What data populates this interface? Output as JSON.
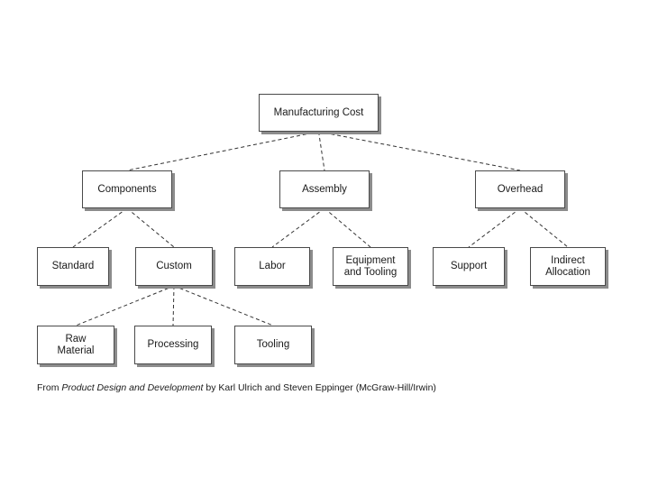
{
  "diagram": {
    "nodes": {
      "root": "Manufacturing Cost",
      "components": "Components",
      "assembly": "Assembly",
      "overhead": "Overhead",
      "standard": "Standard",
      "custom": "Custom",
      "labor": "Labor",
      "equipment_tooling": "Equipment\nand Tooling",
      "support": "Support",
      "indirect_allocation": "Indirect\nAllocation",
      "raw_material": "Raw\nMaterial",
      "processing": "Processing",
      "tooling": "Tooling"
    },
    "edges": [
      [
        "root",
        "components"
      ],
      [
        "root",
        "assembly"
      ],
      [
        "root",
        "overhead"
      ],
      [
        "components",
        "standard"
      ],
      [
        "components",
        "custom"
      ],
      [
        "assembly",
        "labor"
      ],
      [
        "assembly",
        "equipment_tooling"
      ],
      [
        "overhead",
        "support"
      ],
      [
        "overhead",
        "indirect_allocation"
      ],
      [
        "custom",
        "raw_material"
      ],
      [
        "custom",
        "processing"
      ],
      [
        "custom",
        "tooling"
      ]
    ]
  },
  "caption": {
    "prefix": "From ",
    "book_title": "Product Design and Development",
    "suffix": " by Karl Ulrich and Steven Eppinger (McGraw-Hill/Irwin)"
  },
  "colors": {
    "line": "#333333",
    "border": "#4a4a4a",
    "shadow": "#8c8c8c"
  }
}
